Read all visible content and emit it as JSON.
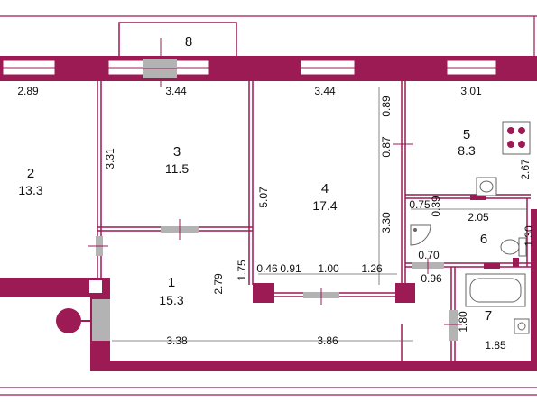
{
  "colors": {
    "wall": "#9c1b54",
    "line": "#9c1b54",
    "fixture": "#666666",
    "fill_gray": "#b3b3b3",
    "text": "#111111"
  },
  "rooms": [
    {
      "number": "1",
      "area": "15.3"
    },
    {
      "number": "2",
      "area": "13.3"
    },
    {
      "number": "3",
      "area": "11.5"
    },
    {
      "number": "4",
      "area": "17.4"
    },
    {
      "number": "5",
      "area": "8.3"
    },
    {
      "number": "6",
      "area": ""
    },
    {
      "number": "7",
      "area": ""
    },
    {
      "number": "8",
      "area": ""
    }
  ],
  "dimensions": {
    "top_row": [
      "2.89",
      "3.44",
      "3.44",
      "3.01"
    ],
    "room3_height": "3.31",
    "room4_left": "5.07",
    "room4_right_top": "0.89",
    "room4_right_mid": "0.87",
    "room4_right_bottom": "3.30",
    "room1_height": "2.79",
    "room1_right": "1.75",
    "room4_bottom": [
      "0.46",
      "0.91",
      "1.00",
      "1.26"
    ],
    "room5_right": "2.67",
    "bath_a": "0.75",
    "bath_b": "0.39",
    "bath_c": "2.05",
    "bath_d": "1.30",
    "bath_e": "0.70",
    "bath_f": "0.96",
    "room7_height": "1.80",
    "room7_width": "1.85",
    "bottom_row": [
      "3.38",
      "3.86"
    ]
  },
  "icons": [
    "stove-icon",
    "sink-icon",
    "toilet-icon",
    "bathtub-icon",
    "washbasin-icon",
    "pipe-riser-icon"
  ]
}
